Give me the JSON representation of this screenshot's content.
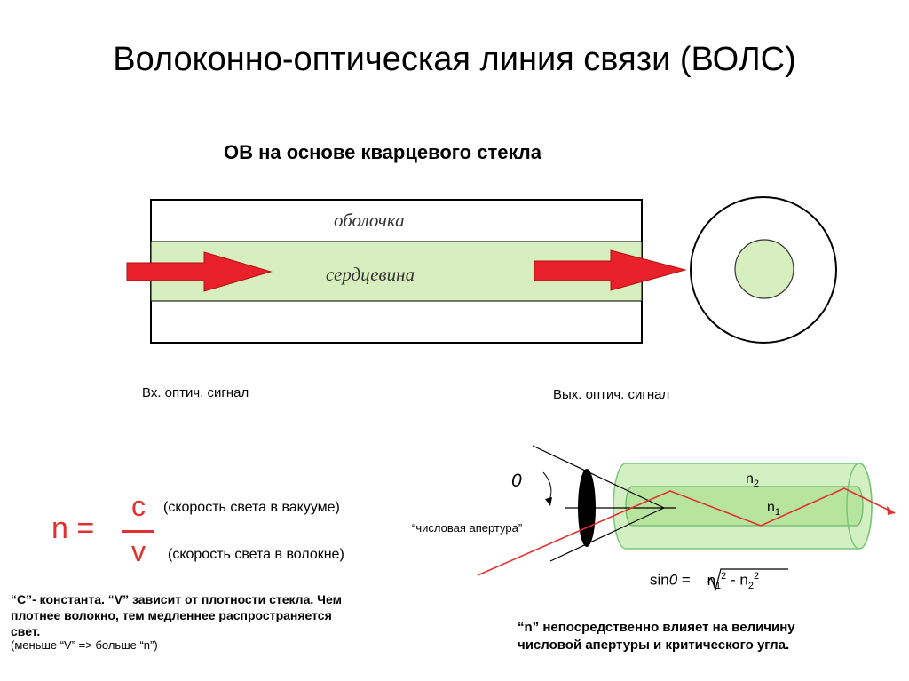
{
  "title": "Волоконно-оптическая линия связи (ВОЛС)",
  "subtitle": "ОВ на основе кварцевого стекла",
  "fiber": {
    "cladding_label": "оболочка",
    "core_label": "сердцевина",
    "input_label": "Вх. оптич. сигнал",
    "output_label": "Вых. оптич. сигнал",
    "core_color": "#d7eebf",
    "arrow_color": "#e8202a"
  },
  "formula": {
    "n": "n =",
    "numerator": "c",
    "denominator": "v",
    "numerator_note": "(скорость света в вакууме)",
    "denominator_note": "(скорость света в волокне)",
    "color": "#e03030"
  },
  "notes": {
    "line1": "“C”- константа.  “V” зависит от плотности стекла. Чем",
    "line2": "плотнее волокно, тем медленнее распространяется",
    "line3": "свет.",
    "line4": "(меньше “V” => больше “n”)"
  },
  "aperture": {
    "theta": "0",
    "label": "“числовая апертура”",
    "n2": "n",
    "n2_sub": "2",
    "n1": "n",
    "n1_sub": "1",
    "formula_left": "sin",
    "formula_theta": "0",
    "formula_eq": " = ",
    "formula_body": "n",
    "formula_sub1": "1",
    "formula_exp": "2",
    "formula_minus": " - n",
    "formula_sub2": "2",
    "formula_exp2": "2",
    "ray_color": "#e03030",
    "tube_color": "#bfe8a8"
  },
  "bottom_note": {
    "line1": "“n” непосредственно влияет на величину",
    "line2": "числовой апертуры и критического угла."
  }
}
